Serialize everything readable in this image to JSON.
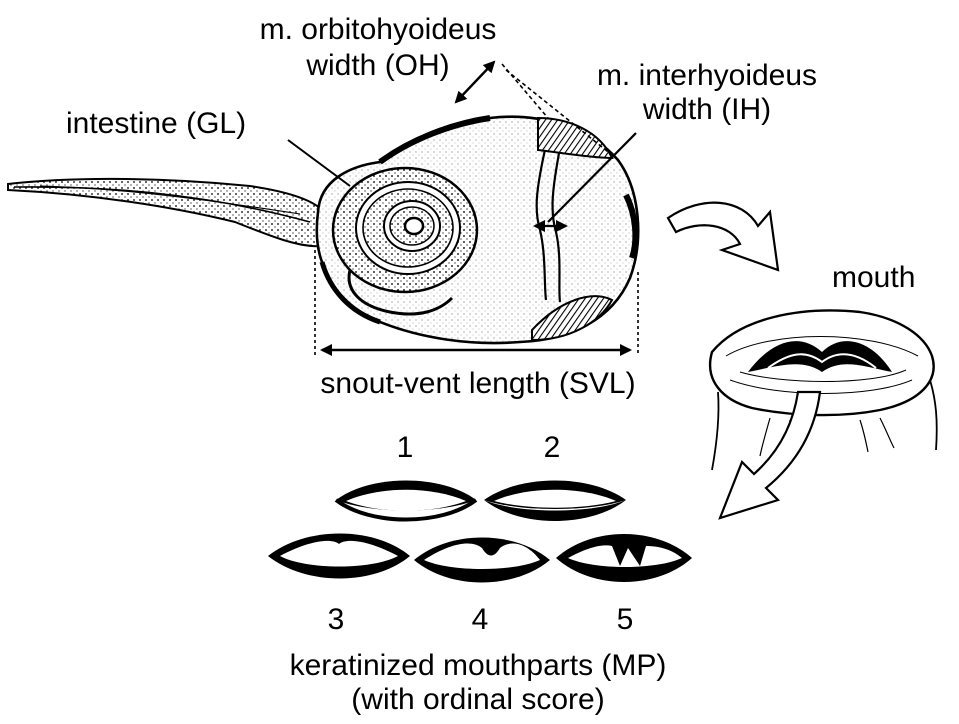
{
  "labels": {
    "oh_line1": "m. orbitohyoideus",
    "oh_line2": "width (OH)",
    "ih_line1": "m. interhyoideus",
    "ih_line2": "width (IH)",
    "intestine": "intestine (GL)",
    "mouth": "mouth",
    "svl": "snout-vent length (SVL)",
    "mp_line1": "keratinized mouthparts (MP)",
    "mp_line2": "(with ordinal score)"
  },
  "scores": [
    "1",
    "2",
    "3",
    "4",
    "5"
  ],
  "colors": {
    "ink": "#000000",
    "background": "#ffffff",
    "shade": "#555555"
  }
}
